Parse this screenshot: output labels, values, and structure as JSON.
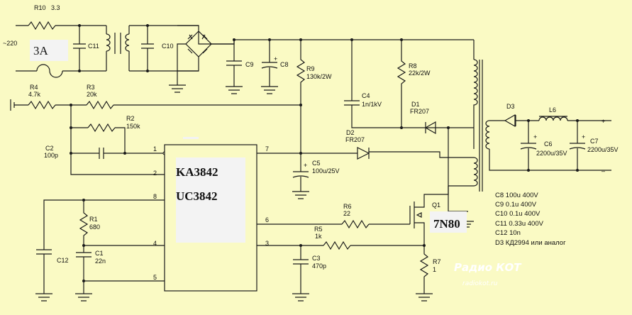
{
  "input": {
    "mains": "~220",
    "fuse": "3A"
  },
  "labels": {
    "R10": "R10",
    "R10v": "3.3",
    "C11": "C11",
    "C10": "C10",
    "C9": "C9",
    "C8": "C8",
    "R9": "R9",
    "R9v": "130k/2W",
    "C4": "C4",
    "C4v": "1n/1kV",
    "R8": "R8",
    "R8v": "22k/2W",
    "D1": "D1",
    "D1v": "FR207",
    "D2": "D2",
    "D2v": "FR207",
    "D3": "D3",
    "L6": "L6",
    "C6": "C6",
    "C6v": "2200u/35V",
    "C7": "C7",
    "C7v": "2200u/35V",
    "R4": "R4",
    "R4v": "4.7k",
    "R3": "R3",
    "R3v": "20k",
    "R2": "R2",
    "R2v": "150k",
    "C2": "C2",
    "C2v": "100p",
    "C5": "C5",
    "C5v": "100u/25V",
    "R6": "R6",
    "R6v": "22",
    "R5": "R5",
    "R5v": "1k",
    "C3": "C3",
    "C3v": "470p",
    "R1": "R1",
    "R1v": "680",
    "C1": "C1",
    "C1v": "22n",
    "C12": "C12",
    "R7": "R7",
    "R7v": "1",
    "Q1": "Q1",
    "Q1v": "7N80"
  },
  "chip": {
    "line1": "KA3842",
    "line2": "UC3842",
    "pins": {
      "p1": "1",
      "p2": "2",
      "p3": "3",
      "p4": "4",
      "p5": "5",
      "p6": "6",
      "p7": "7",
      "p8": "8"
    }
  },
  "output": {
    "plus": "+",
    "minus": "–"
  },
  "polarity": {
    "plus": "+"
  },
  "notes": [
    "C8 100u 400V",
    "C9 0.1u 400V",
    "C10 0.1u 400V",
    "C11 0.33u 400V",
    "C12 10n",
    "D3 КД2994 или аналог"
  ],
  "watermark": {
    "title": "Радио КОТ",
    "url": "radiokot.ru"
  },
  "colors": {
    "background": "#fafac4",
    "ink": "#1a1a1a"
  }
}
